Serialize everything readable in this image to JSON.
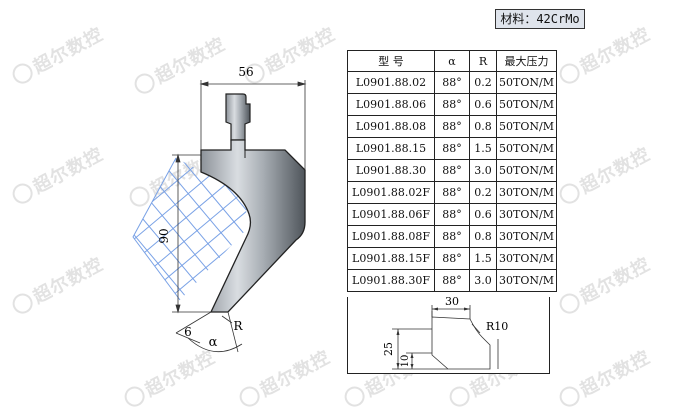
{
  "watermark": "超尔数控",
  "material_label": "材料：42CrMo",
  "table": {
    "headers": [
      "型 号",
      "α",
      "R",
      "最大压力"
    ],
    "rows": [
      [
        "L0901.88.02",
        "88°",
        "0.2",
        "50TON/M"
      ],
      [
        "L0901.88.06",
        "88°",
        "0.6",
        "50TON/M"
      ],
      [
        "L0901.88.08",
        "88°",
        "0.8",
        "50TON/M"
      ],
      [
        "L0901.88.15",
        "88°",
        "1.5",
        "50TON/M"
      ],
      [
        "L0901.88.30",
        "88°",
        "3.0",
        "50TON/M"
      ],
      [
        "L0901.88.02F",
        "88°",
        "0.2",
        "30TON/M"
      ],
      [
        "L0901.88.06F",
        "88°",
        "0.6",
        "30TON/M"
      ],
      [
        "L0901.88.08F",
        "88°",
        "0.8",
        "30TON/M"
      ],
      [
        "L0901.88.15F",
        "88°",
        "1.5",
        "30TON/M"
      ],
      [
        "L0901.88.30F",
        "88°",
        "3.0",
        "30TON/M"
      ]
    ]
  },
  "drawing": {
    "width_dim": "56",
    "height_dim": "90",
    "tip_dim": "6",
    "angle_label": "α",
    "radius_label": "R"
  },
  "detail": {
    "width_dim": "30",
    "radius_dim": "R10",
    "height_dim": "25",
    "small_dim": "10"
  }
}
